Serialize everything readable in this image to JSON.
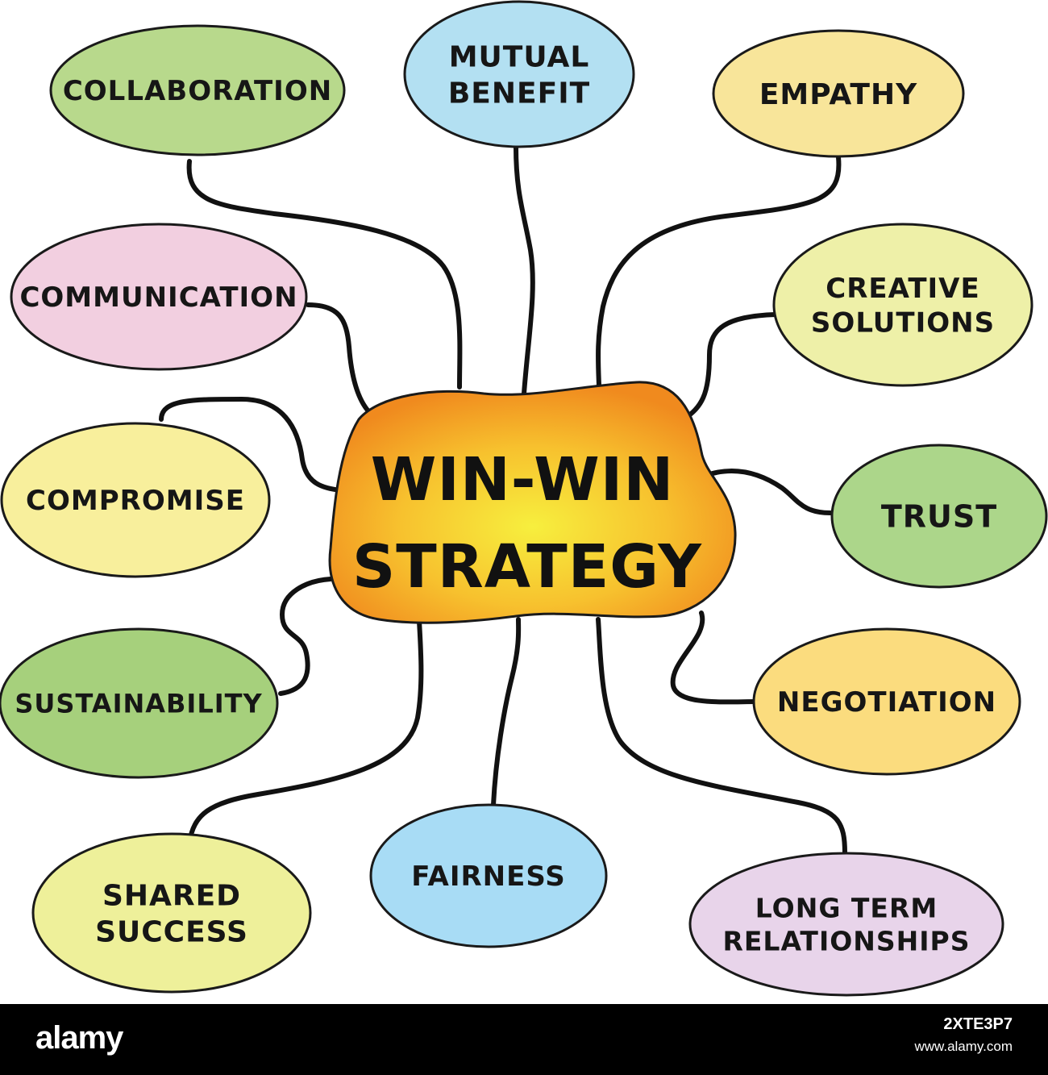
{
  "center": {
    "line1": "WIN-WIN",
    "line2": "STRATEGY"
  },
  "nodes": [
    {
      "id": "collaboration",
      "lines": [
        "COLLABORATION"
      ],
      "color": "#b8d98c"
    },
    {
      "id": "mutual-benefit",
      "lines": [
        "MUTUAL",
        "BENEFIT"
      ],
      "color": "#b3e0f2"
    },
    {
      "id": "empathy",
      "lines": [
        "EMPATHY"
      ],
      "color": "#f8e59a"
    },
    {
      "id": "communication",
      "lines": [
        "COMMUNICATION"
      ],
      "color": "#f2cfe0"
    },
    {
      "id": "creative-solutions",
      "lines": [
        "CREATIVE",
        "SOLUTIONS"
      ],
      "color": "#eef0a8"
    },
    {
      "id": "compromise",
      "lines": [
        "COMPROMISE"
      ],
      "color": "#f8ef9c"
    },
    {
      "id": "trust",
      "lines": [
        "TRUST"
      ],
      "color": "#acd68a"
    },
    {
      "id": "sustainability",
      "lines": [
        "SUSTAINABILITY"
      ],
      "color": "#a6d07c"
    },
    {
      "id": "negotiation",
      "lines": [
        "NEGOTIATION"
      ],
      "color": "#fbdc7e"
    },
    {
      "id": "shared-success",
      "lines": [
        "SHARED",
        "SUCCESS"
      ],
      "color": "#eef09a"
    },
    {
      "id": "fairness",
      "lines": [
        "FAIRNESS"
      ],
      "color": "#a8dcf5"
    },
    {
      "id": "long-term-relationships",
      "lines": [
        "LONG TERM",
        "RELATIONSHIPS"
      ],
      "color": "#e8d4ea"
    }
  ],
  "colors": {
    "center_outer": "#f08a1e",
    "center_inner": "#f7ef3e",
    "line": "#111111"
  },
  "watermark": {
    "brand": "alamy",
    "image_id": "2XTE3P7",
    "site": "www.alamy.com"
  }
}
